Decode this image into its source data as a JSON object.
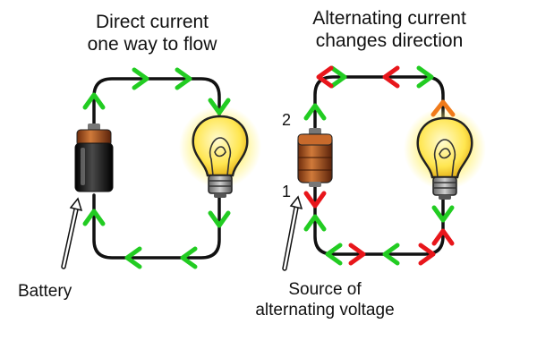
{
  "dc": {
    "title_line1": "Direct current",
    "title_line2": "one way to flow",
    "callout": "Battery"
  },
  "ac": {
    "title_line1": "Alternating current",
    "title_line2": "changes direction",
    "callout_line1": "Source of",
    "callout_line2": "alternating voltage",
    "terminal_top": "2",
    "terminal_bottom": "1"
  },
  "colors": {
    "wire": "#111111",
    "arrow_green": "#22cc22",
    "arrow_red": "#e8161b",
    "arrow_orange": "#f07a1a",
    "battery_dark": "#1a1a1a",
    "battery_copper": "#b3541e",
    "bulb_glow": "#fff27a",
    "bulb_glass": "#ffe650"
  },
  "icons": [
    "battery-icon",
    "ac-source-icon",
    "light-bulb-icon",
    "pointer-arrow-icon",
    "flow-arrow-icon"
  ]
}
